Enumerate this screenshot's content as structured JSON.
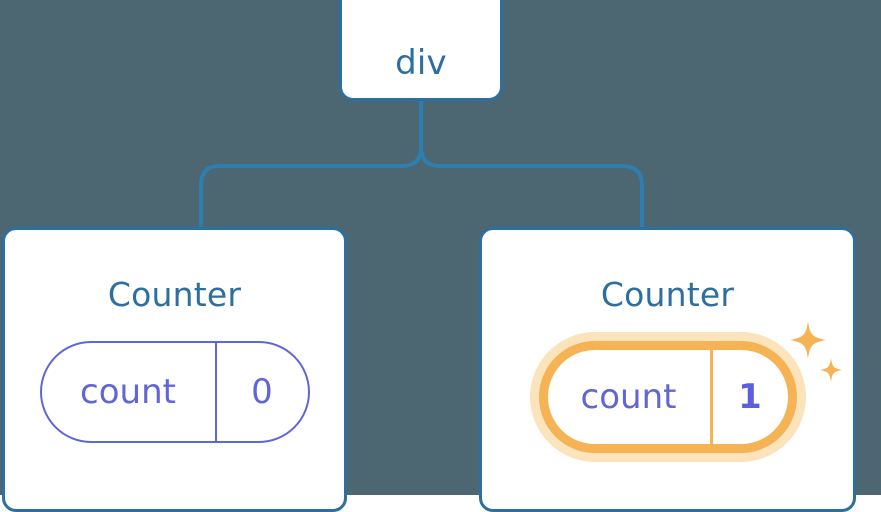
{
  "diagram": {
    "type": "component-tree",
    "background_color": "#4c6672",
    "accent_blue": "#2d6f9e",
    "accent_purple": "#6166d6",
    "accent_orange": "#f5b355",
    "accent_orange_glow": "#fbe3bc",
    "root": {
      "label": "div"
    },
    "children": [
      {
        "label": "Counter",
        "state": {
          "key": "count",
          "value": "0",
          "highlighted": false
        }
      },
      {
        "label": "Counter",
        "state": {
          "key": "count",
          "value": "1",
          "highlighted": true,
          "sparkle_icons": [
            "sparkle-large",
            "sparkle-small"
          ]
        }
      }
    ]
  }
}
